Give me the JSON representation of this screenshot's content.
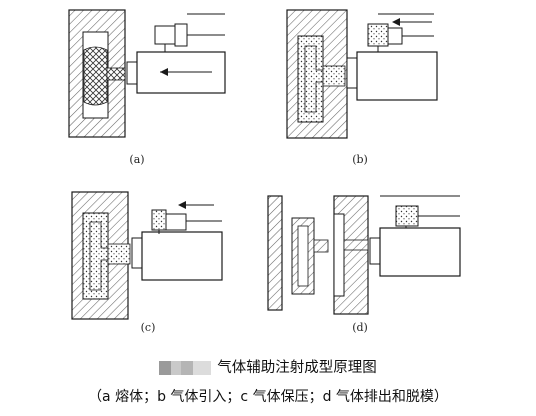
{
  "panels": [
    {
      "id": "a",
      "label": "(a)"
    },
    {
      "id": "b",
      "label": "(b)"
    },
    {
      "id": "c",
      "label": "(c)"
    },
    {
      "id": "d",
      "label": "(d)"
    }
  ],
  "caption": {
    "title": "气体辅助注射成型原理图",
    "description": "（a 熔体；b 气体引入；c 气体保压；d 气体排出和脱模）"
  },
  "colors": {
    "line": "#1a1a1a",
    "hatch": "#555555"
  }
}
